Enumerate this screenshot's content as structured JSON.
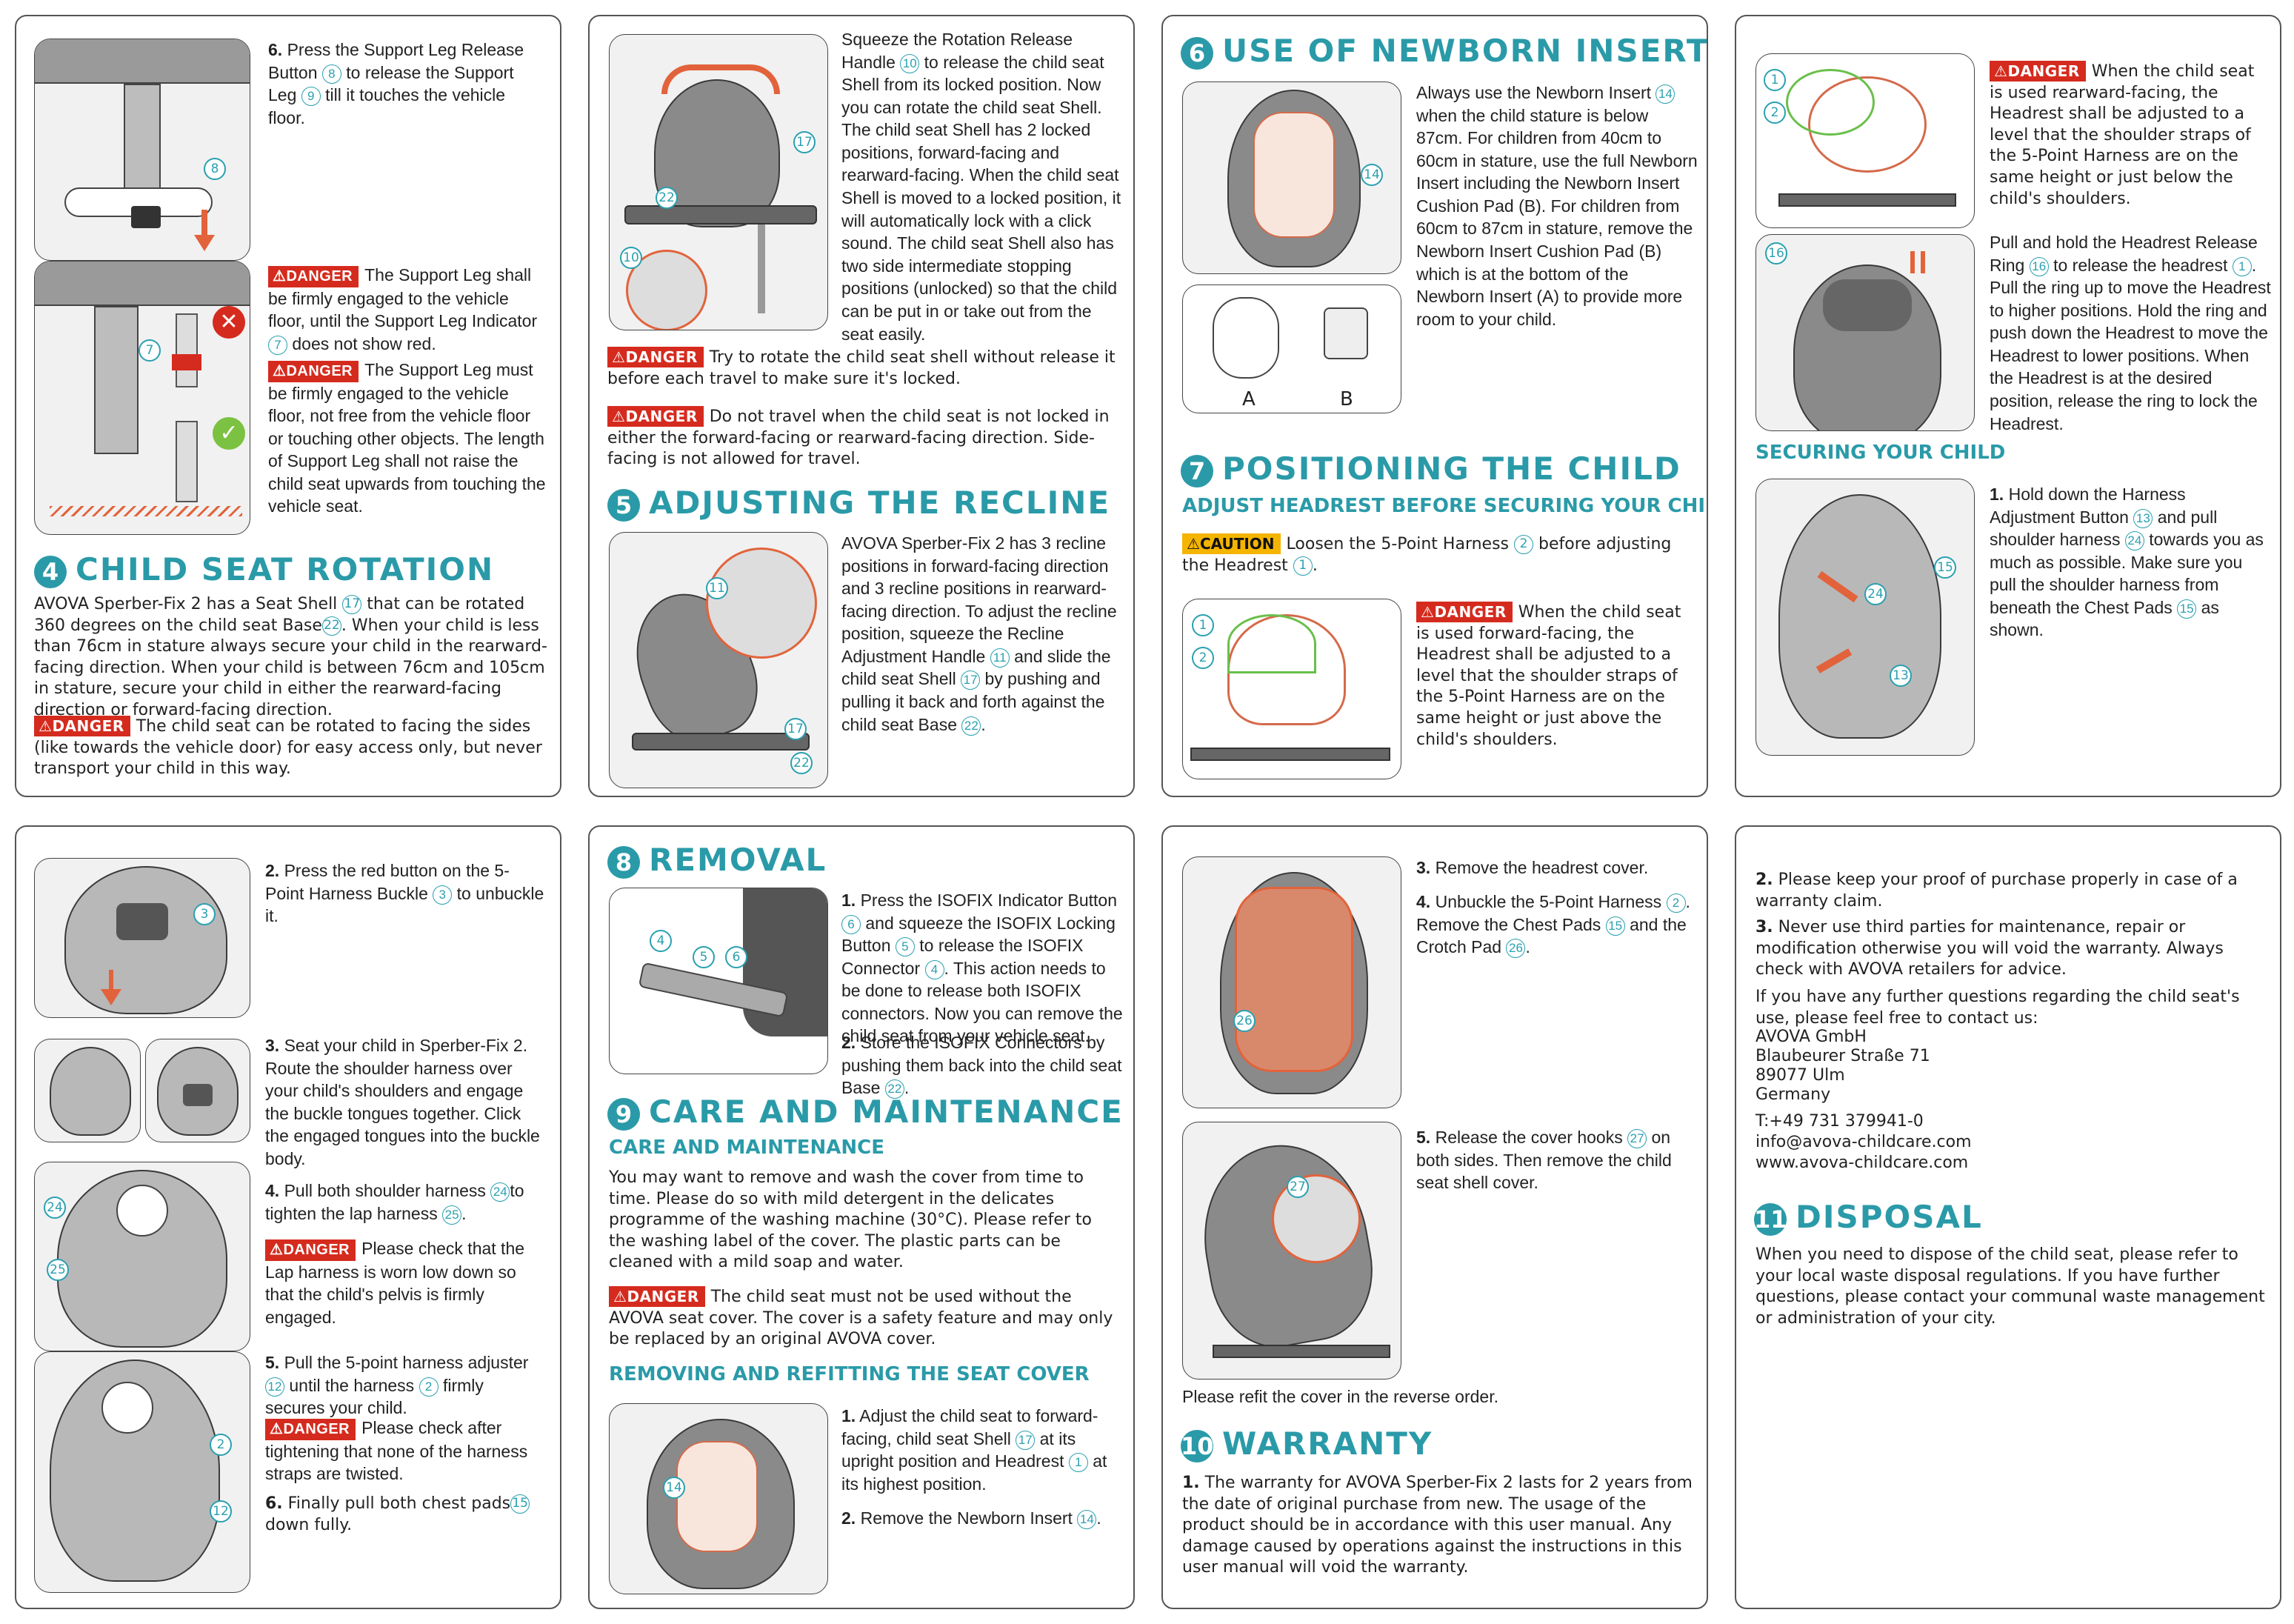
{
  "p1": {
    "step6": "6.",
    "step6_text_a": " Press the Support Leg Release Button ",
    "step6_text_b": " to release the Support Leg ",
    "step6_text_c": " till it touches the vehicle floor.",
    "danger_label": "DANGER",
    "d1_a": "The Support Leg shall be firmly engaged to the vehicle floor, until the Support Leg Indicator ",
    "d1_b": " does not show red.",
    "d2": "The Support Leg must be firmly engaged to the vehicle floor, not free from the vehicle floor or touching other objects. The length of Support Leg shall not raise the child seat upwards from touching the vehicle seat.",
    "n8": "8",
    "n9": "9",
    "n7": "7",
    "n17": "17",
    "n22": "22",
    "sec4_num": "4",
    "sec4_title": "CHILD SEAT ROTATION",
    "sec4_a": "AVOVA Sperber-Fix 2 has a Seat Shell ",
    "sec4_b": " that can be rotated 360 degrees on the child seat Base",
    "sec4_c": ". When your child is less than 76cm in stature always secure your child in the rearward-facing direction. When your child is between 76cm and 105cm in stature, secure your child in either the rearward-facing direction or forward-facing direction.",
    "d3": "The child seat can be rotated to facing the sides (like towards the vehicle door) for easy access only, but never transport your child in this way."
  },
  "p2": {
    "rot_a": "Squeeze the Rotation Release Handle ",
    "rot_b": " to release the child seat Shell from its locked position. Now you can rotate the child seat Shell. The child seat Shell has 2 locked positions, forward-facing and rearward-facing. When the child seat Shell is moved to a locked position, it will automatically lock with a click sound. The child seat Shell also has two side intermediate stopping positions (unlocked) so that the child can be put in or take out from the seat easily.",
    "n10": "10",
    "n17": "17",
    "n22": "22",
    "n11": "11",
    "d1": "Try to rotate the child seat shell without release it before each travel to make sure it's locked.",
    "d2": "Do not travel when the child seat is not locked in either the forward-facing or rearward-facing direction. Side-facing is not allowed for travel.",
    "sec5_num": "5",
    "sec5_title": "ADJUSTING THE RECLINE",
    "rec_a": "AVOVA Sperber-Fix 2 has 3 recline positions in forward-facing direction and 3 recline positions in rearward-facing direction. To adjust the recline position, squeeze the Recline Adjustment Handle ",
    "rec_b": " and slide the child seat Shell ",
    "rec_c": " by pushing and pulling it back and forth against the child seat Base ",
    "rec_d": "."
  },
  "p3": {
    "sec6_num": "6",
    "sec6_title": "USE OF NEWBORN INSERT",
    "nb_a": "Always use the Newborn Insert ",
    "nb_b": " when the child stature is below 87cm. For children from 40cm to 60cm in stature, use the full Newborn Insert including the Newborn Insert Cushion Pad (B). For children from 60cm to 87cm in stature, remove the Newborn Insert Cushion Pad (B) which is at the bottom of the Newborn Insert (A) to provide more room to your child.",
    "n14": "14",
    "lbl_a": "A",
    "lbl_b": "B",
    "sec7_num": "7",
    "sec7_title": "POSITIONING THE CHILD",
    "sub7": "ADJUST HEADREST BEFORE SECURING YOUR CHILD.",
    "caution_label": "CAUTION",
    "caution_a": "Loosen the 5-Point Harness ",
    "caution_b": " before adjusting the Headrest ",
    "caution_c": ".",
    "n1": "1",
    "n2": "2",
    "danger_fw": "When the child seat is used forward-facing, the Headrest shall be adjusted to a level that the shoulder straps of the 5-Point Harness are on the same height or just above the child's shoulders."
  },
  "p4": {
    "danger_rw": "When the child seat is used rearward-facing, the Headrest shall be adjusted to a level that the shoulder straps of the 5-Point Harness are on the same height or just below the child's shoulders.",
    "hr_a": "Pull and hold the Headrest Release Ring ",
    "hr_b": " to release the headrest ",
    "hr_c": ". Pull the ring up to move the Headrest to higher positions. Hold the ring and push down the Headrest to move the Headrest to lower positions. When the Headrest is at the desired position, release the ring to lock the Headrest.",
    "n16": "16",
    "n1": "1",
    "n2": "2",
    "n13": "13",
    "n15": "15",
    "n24": "24",
    "sub_secure": "SECURING YOUR CHILD",
    "s1_num": "1.",
    "s1_a": " Hold down the Harness Adjustment Button ",
    "s1_b": " and pull shoulder harness ",
    "s1_c": " towards you as much as possible. Make sure you pull the shoulder harness from beneath the Chest Pads ",
    "s1_d": " as shown."
  },
  "p5": {
    "s2_num": "2.",
    "s2_a": " Press the red button on the 5-Point Harness Buckle ",
    "s2_b": " to unbuckle it.",
    "n3": "3",
    "n24": "24",
    "n25": "25",
    "n12": "12",
    "n2": "2",
    "n15": "15",
    "s3_num": "3.",
    "s3": " Seat your child in Sperber-Fix 2. Route the shoulder harness over your child's shoulders and engage the buckle tongues together. Click the engaged tongues into the buckle body.",
    "s4_num": "4.",
    "s4_a": " Pull both shoulder harness ",
    "s4_b": "to tighten the lap harness ",
    "s4_c": ".",
    "d1": "Please check that the Lap harness is worn low down so that the child's pelvis is firmly engaged.",
    "s5_num": "5.",
    "s5_a": " Pull the 5-point harness adjuster ",
    "s5_b": " until the harness ",
    "s5_c": " firmly secures your child.",
    "d2": "Please check after tightening that none of the harness straps are twisted.",
    "s6_num": "6.",
    "s6_a": " Finally pull both chest pads",
    "s6_b": " down fully."
  },
  "p6": {
    "sec8_num": "8",
    "sec8_title": "REMOVAL",
    "r1_num": "1.",
    "r1_a": " Press the ISOFIX Indicator Button ",
    "r1_b": " and squeeze the ISOFIX Locking Button ",
    "r1_c": " to release the ISOFIX Connector ",
    "r1_d": ". This action needs to be done to release both ISOFIX connectors. Now you can remove the child seat from your vehicle seat.",
    "r2_num": "2.",
    "r2_a": " Store the ISOFIX Connectors by pushing them back into the child seat Base ",
    "r2_b": ".",
    "n4": "4",
    "n5": "5",
    "n6": "6",
    "n22": "22",
    "n14": "14",
    "n17": "17",
    "n1": "1",
    "sec9_num": "9",
    "sec9_title": "CARE AND MAINTENANCE",
    "sub9": "CARE AND MAINTENANCE",
    "care": "You may want to remove and wash the cover from time to time. Please do so with mild detergent in the delicates programme of the washing machine (30°C). Please refer to the washing label of the cover. The plastic parts can be cleaned with a mild soap and water.",
    "d_care": "The child seat must not be used without the AVOVA seat cover. The cover is a safety feature and may only be replaced by an original AVOVA cover.",
    "sub_cover": "REMOVING AND REFITTING THE SEAT COVER",
    "c1_num": "1.",
    "c1_a": " Adjust the child seat to forward-facing, child seat Shell ",
    "c1_b": " at its upright position and Headrest ",
    "c1_c": " at its highest position.",
    "c2_num": "2.",
    "c2_a": " Remove the Newborn Insert ",
    "c2_b": "."
  },
  "p7": {
    "c3_num": "3.",
    "c3": " Remove the headrest cover.",
    "c4_num": "4.",
    "c4_a": " Unbuckle the 5-Point Harness ",
    "c4_b": ". Remove the Chest Pads ",
    "c4_c": " and the Crotch Pad ",
    "c4_d": ".",
    "n2": "2",
    "n15": "15",
    "n26": "26",
    "n27": "27",
    "c5_num": "5.",
    "c5_a": " Release the cover hooks ",
    "c5_b": " on both sides. Then  remove the child seat shell cover.",
    "refit": "Please refit the cover in the reverse order.",
    "sec10_num": "10",
    "sec10_title": "WARRANTY",
    "w1_num": "1.",
    "w1": " The warranty for AVOVA Sperber-Fix 2 lasts for 2 years from the date of original purchase from new. The usage of the product should be in accordance with this user manual. Any damage caused by operations against the instructions in this user manual will void the warranty."
  },
  "p8": {
    "w2_num": "2.",
    "w2": " Please keep your proof of purchase properly in case of a warranty claim.",
    "w3_num": "3.",
    "w3": " Never use third parties for maintenance, repair or modification otherwise you will void the warranty. Always check with AVOVA retailers for advice.",
    "contact_intro": "If you have any further questions regarding the child seat's use, please feel free to contact us:",
    "addr1": "AVOVA GmbH",
    "addr2": "Blaubeurer Straße 71",
    "addr3": "89077 Ulm",
    "addr4": "Germany",
    "tel": "T:+49 731 379941-0",
    "email": "info@avova-childcare.com",
    "web": "www.avova-childcare.com",
    "sec11_num": "11",
    "sec11_title": "DISPOSAL",
    "disposal": "When you need to dispose of the child seat, please refer to your local waste disposal regulations. If you have further questions, please contact your communal waste management or administration of your city."
  }
}
